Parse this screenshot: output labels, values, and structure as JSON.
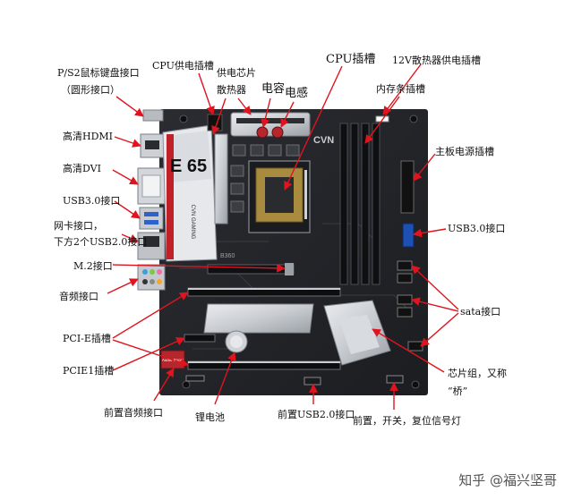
{
  "board": {
    "logo_text": "E 65",
    "brand": "CVN",
    "brand_sub": "CVN GAMING",
    "b360_label": "B360",
    "audio_badge": "Audio Boost"
  },
  "labels": {
    "ps2": "P/S2鼠标键盘接口",
    "ps2_sub": "（圆形接口）",
    "cpu_power": "CPU供电插槽",
    "chip_heatsink_1": "供电芯片",
    "chip_heatsink_2": "散热器",
    "capacitor": "电容",
    "inductor": "电感",
    "cpu_socket": "CPU插槽",
    "fan_12v": "12V散热器供电插槽",
    "memory_slot": "内存条插槽",
    "hdmi": "高清HDMI",
    "dvi": "高清DVI",
    "board_power": "主板电源插槽",
    "usb3_left": "USB3.0接口",
    "lan_1": "网卡接口，",
    "lan_2": "下方2个USB2.0接口",
    "usb3_right": "USB3.0接口",
    "m2": "M.2接口",
    "audio": "音频接口",
    "sata": "sata接口",
    "pcie_slot": "PCI-E插槽",
    "pcie1_slot": "PCIE1插槽",
    "chipset_1": "芯片组，又称",
    "chipset_2": "“桥”",
    "front_audio": "前置音频接口",
    "battery": "锂电池",
    "front_usb2": "前置USB2.0接口",
    "front_panel": "前置，开关，复位信号灯"
  },
  "watermark": "知乎 @福兴坚哥",
  "colors": {
    "arrow": "#e0141e",
    "pcb": "#26272b",
    "pcb_dark": "#18191c",
    "heatsink": "#c9cdd2",
    "heatsink_dark": "#8e949b",
    "accent_red": "#c8202a"
  }
}
